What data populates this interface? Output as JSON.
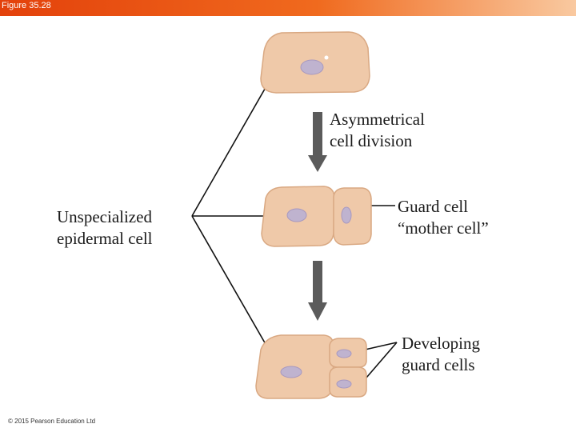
{
  "header": {
    "figure_label": "Figure 35.28"
  },
  "labels": {
    "division": [
      "Asymmetrical",
      "cell division"
    ],
    "unspecialized": [
      "Unspecialized",
      "epidermal cell"
    ],
    "mother": [
      "Guard cell",
      "“mother cell”"
    ],
    "developing": [
      "Developing",
      "guard cells"
    ]
  },
  "footer": {
    "copyright": "© 2015 Pearson Education Ltd"
  },
  "colors": {
    "header_start": "#e3410b",
    "header_end": "#f9c9a0",
    "cell_fill": "#efc9a9",
    "cell_stroke": "#d9a882",
    "nucleus_fill": "#bfb3cf",
    "arrow": "#5b5b5b",
    "line": "#111111"
  }
}
